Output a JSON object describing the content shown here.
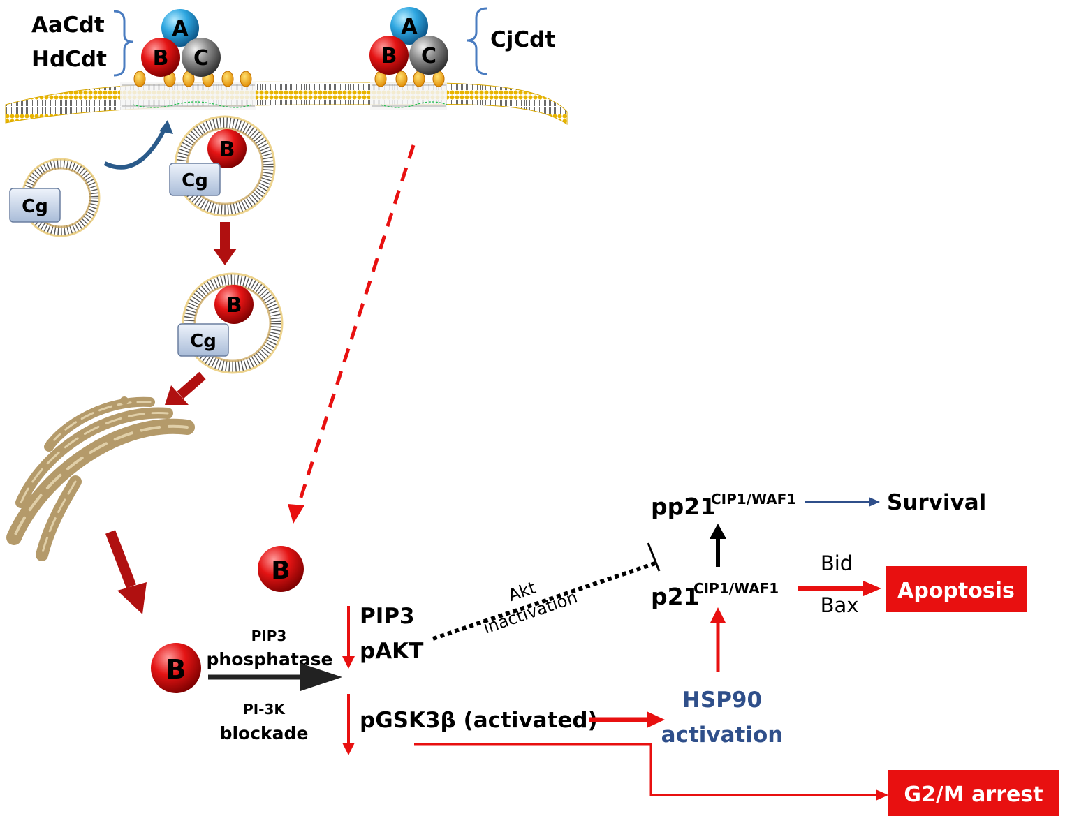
{
  "toxins": {
    "left_line1": "AaCdt",
    "left_line2": "HdCdt",
    "right": "CjCdt"
  },
  "subunits": {
    "a": "A",
    "b": "B",
    "c": "C"
  },
  "vesicle_label": "Cg",
  "pathway": {
    "pip3_phosphatase_line1": "PIP3",
    "pip3_phosphatase_line2": "phosphatase",
    "pi3k_line1": "PI-3K",
    "pi3k_line2": "blockade",
    "pip3": "PIP3",
    "pakt": "pAKT",
    "pgsk3b": "pGSK3β (activated)",
    "akt_line1": "Akt",
    "akt_line2": "inactivation",
    "hsp90_line1": "HSP90",
    "hsp90_line2": "activation",
    "pp21_base": "pp21",
    "p21_base": "p21",
    "p21_sup": "CIP1/WAF1",
    "survival": "Survival",
    "bid": "Bid",
    "bax": "Bax",
    "apoptosis": "Apoptosis",
    "g2m_arrest": "G2/M arrest"
  },
  "colors": {
    "subunit_a": "#2a9fd8",
    "subunit_b": "#e01010",
    "subunit_c": "#707070",
    "pathway_red": "#e81010",
    "dark_red": "#b01010",
    "hsp90_blue": "#2f4f8a",
    "bracket_blue": "#4a7cc0",
    "golgi": "#b49a6a"
  }
}
